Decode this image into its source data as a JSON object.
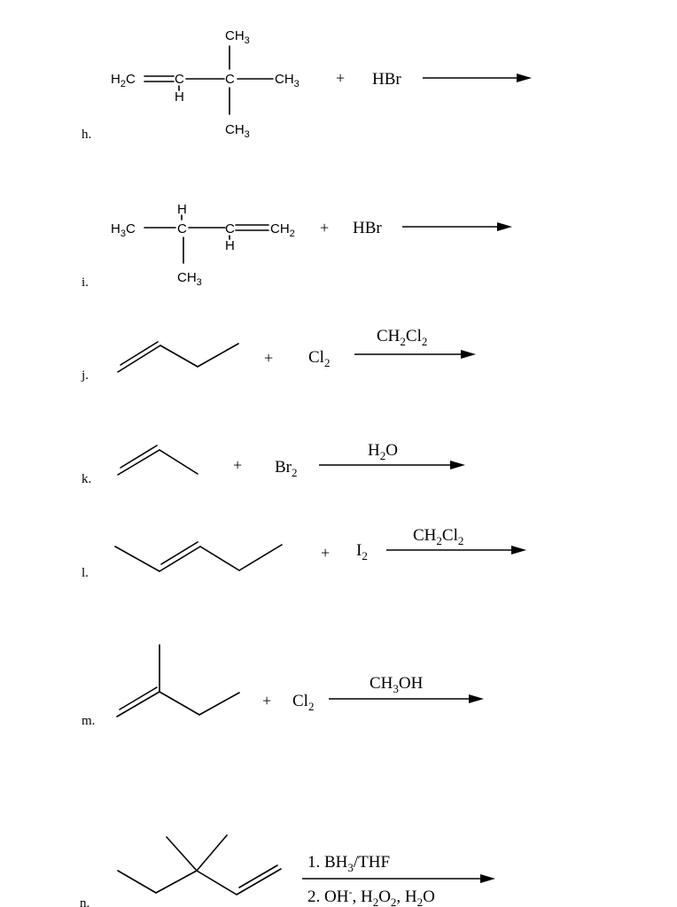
{
  "reactions": {
    "h": {
      "label": "h.",
      "atoms": {
        "h2c": "H2C",
        "ch": "C",
        "h": "H",
        "cq": "C",
        "me_top": "CH3",
        "me_right": "CH3",
        "me_bottom": "CH3"
      },
      "plus": "+",
      "reagent": "HBr",
      "condition": ""
    },
    "i": {
      "label": "i.",
      "atoms": {
        "h3c": "H3C",
        "cq": "C",
        "h_top": "H",
        "me_bottom": "CH3",
        "ch": "C",
        "h_bottom": "H",
        "ch2": "CH2"
      },
      "plus": "+",
      "reagent": "HBr",
      "condition": ""
    },
    "j": {
      "label": "j.",
      "plus": "+",
      "reagent": "Cl2",
      "condition": "CH2Cl2"
    },
    "k": {
      "label": "k.",
      "plus": "+",
      "reagent": "Br2",
      "condition": "H2O"
    },
    "l": {
      "label": "l.",
      "plus": "+",
      "reagent": "I2",
      "condition": "CH2Cl2"
    },
    "m": {
      "label": "m.",
      "plus": "+",
      "reagent": "Cl2",
      "condition": "CH3OH"
    },
    "n": {
      "label": "n.",
      "condition_1": "1.  BH3/THF",
      "condition_2": "2.  OH-, H2O2, H2O"
    }
  }
}
